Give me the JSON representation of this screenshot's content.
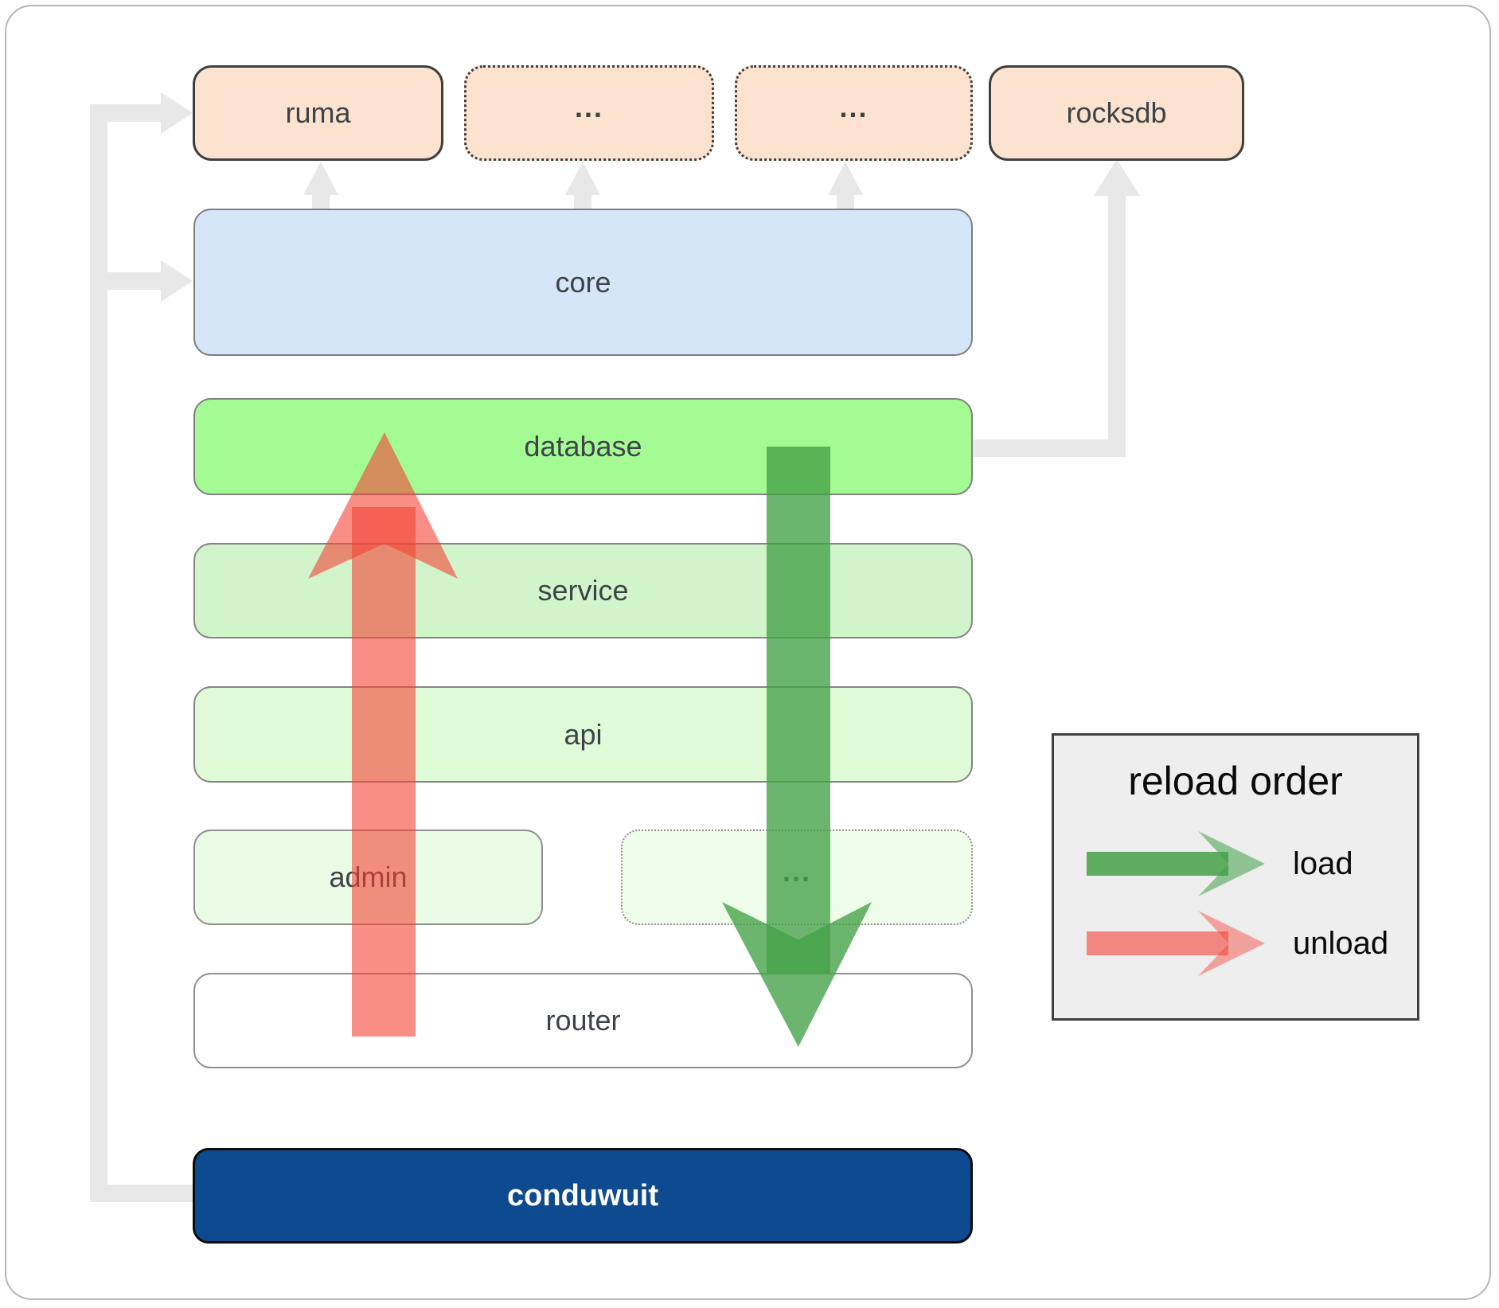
{
  "boxes": {
    "ruma": "ruma",
    "ellipsis_top_1": "...",
    "ellipsis_top_2": "...",
    "rocksdb": "rocksdb",
    "core": "core",
    "database": "database",
    "service": "service",
    "api": "api",
    "admin": "admin",
    "ellipsis_admin": "...",
    "router": "router",
    "conduwuit": "conduwuit"
  },
  "legend": {
    "title": "reload order",
    "load_label": "load",
    "unload_label": "unload"
  },
  "colors": {
    "external_box": "#fce3d0",
    "core_box": "#d4e6f8",
    "database_box": "#a4fb94",
    "service_box": "#d2f4cb",
    "api_box": "#e0fbd8",
    "admin_box": "#ebfce6",
    "router_box": "#ffffff",
    "conduwuit_box": "#0d4a8f",
    "connector": "#e8e8e8",
    "load_arrow": "#43a047",
    "unload_arrow": "#f44336"
  }
}
